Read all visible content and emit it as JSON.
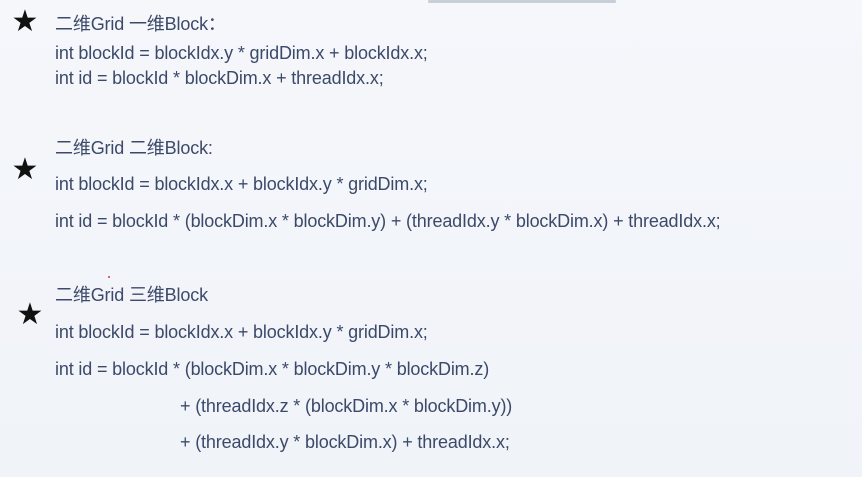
{
  "sections": [
    {
      "heading": "二维Grid 一维Block：",
      "lines": [
        "int blockId = blockIdx.y * gridDim.x + blockIdx.x;",
        "int id = blockId * blockDim.x + threadIdx.x;"
      ]
    },
    {
      "heading": "二维Grid 二维Block:",
      "lines": [
        "int blockId = blockIdx.x + blockIdx.y * gridDim.x;",
        "int id = blockId * (blockDim.x * blockDim.y) + (threadIdx.y * blockDim.x) + threadIdx.x;"
      ]
    },
    {
      "heading": "二维Grid 三维Block",
      "lines": [
        "int blockId = blockIdx.x + blockIdx.y * gridDim.x;",
        "int id = blockId * (blockDim.x * blockDim.y * blockDim.z)",
        "+ (threadIdx.z * (blockDim.x * blockDim.y))",
        "+ (threadIdx.y * blockDim.x) + threadIdx.x;"
      ]
    }
  ],
  "bullet_symbol": "★",
  "colors": {
    "text": "#3c4a6a",
    "bullet": "#111111",
    "background": "#f3f5f9"
  }
}
